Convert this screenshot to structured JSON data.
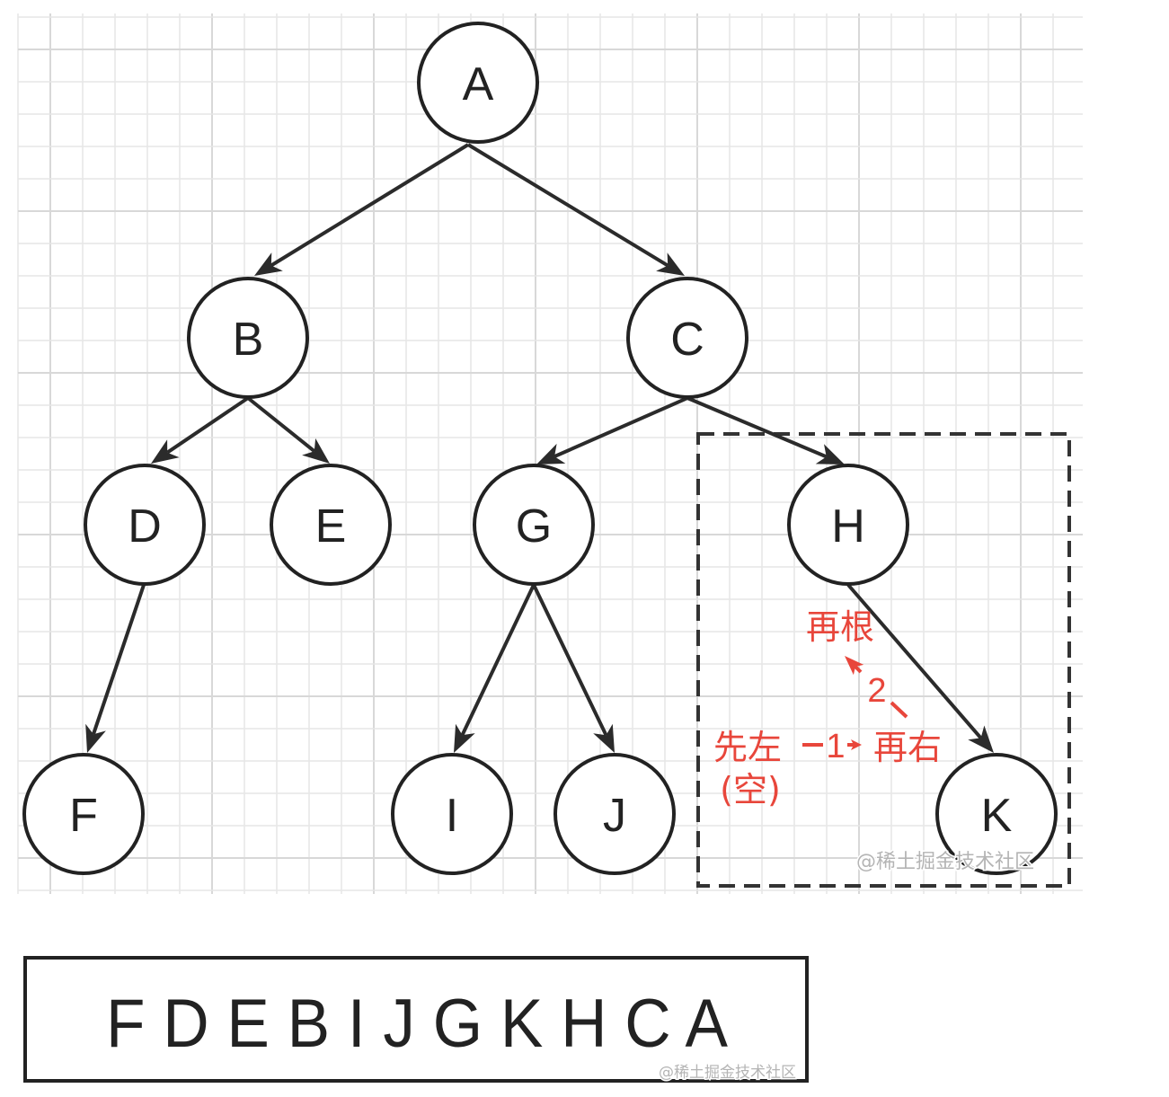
{
  "tree": {
    "label": "A",
    "left": {
      "label": "B",
      "left": {
        "label": "D",
        "left": {
          "label": "F"
        }
      },
      "right": {
        "label": "E"
      }
    },
    "right": {
      "label": "C",
      "left": {
        "label": "G",
        "left": {
          "label": "I"
        },
        "right": {
          "label": "J"
        }
      },
      "right": {
        "label": "H",
        "right": {
          "label": "K"
        }
      }
    }
  },
  "annotations": {
    "root_then": "再根",
    "step_2": "2",
    "left_first": "先左",
    "left_empty": "(空)",
    "step_1": "1",
    "right_then": "再右"
  },
  "traversal_result": "F D E B I J G K H C A",
  "watermark": "@稀土掘金技术社区",
  "colors": {
    "node_stroke": "#222222",
    "edge": "#2b2b2b",
    "annotation": "#e8463b",
    "highlight_box": "#333333",
    "grid_minor": "#e6e6e6",
    "grid_major": "#d8d8d8",
    "watermark": "#b4b4b4"
  }
}
